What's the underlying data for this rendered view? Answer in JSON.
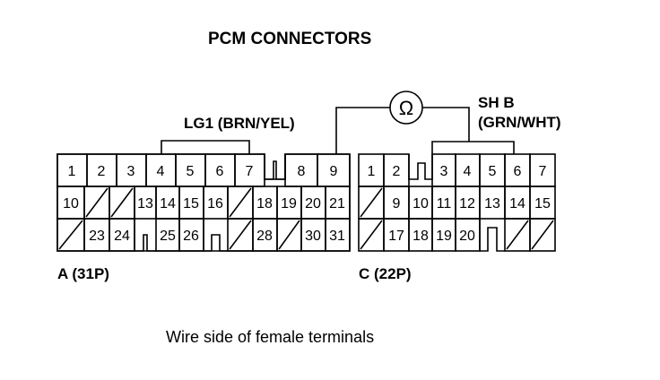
{
  "title": "PCM CONNECTORS",
  "footer": "Wire side of female terminals",
  "meter_symbol": "Ω",
  "labels": {
    "lg1": "LG1 (BRN/YEL)",
    "shb_line1": "SH B",
    "shb_line2": "(GRN/WHT)"
  },
  "connectors": {
    "A": {
      "name": "A (31P)",
      "rows": [
        [
          "1",
          "2",
          "3",
          "4",
          "5",
          "6",
          "7",
          "",
          "8",
          "9"
        ],
        [
          "10",
          "/",
          "/",
          "13",
          "14",
          "15",
          "16",
          "/",
          "18",
          "19",
          "20",
          "21"
        ],
        [
          "/",
          "23",
          "24",
          "",
          "25",
          "26",
          "",
          "/",
          "28",
          "/",
          "30",
          "31"
        ]
      ]
    },
    "C": {
      "name": "C (22P)",
      "rows": [
        [
          "1",
          "2",
          "",
          "3",
          "4",
          "5",
          "6",
          "7"
        ],
        [
          "/",
          "9",
          "10",
          "11",
          "12",
          "13",
          "14",
          "15"
        ],
        [
          "/",
          "17",
          "18",
          "19",
          "20",
          "",
          "/",
          "/"
        ]
      ]
    }
  },
  "colors": {
    "ink": "#000000",
    "paper": "#ffffff"
  }
}
